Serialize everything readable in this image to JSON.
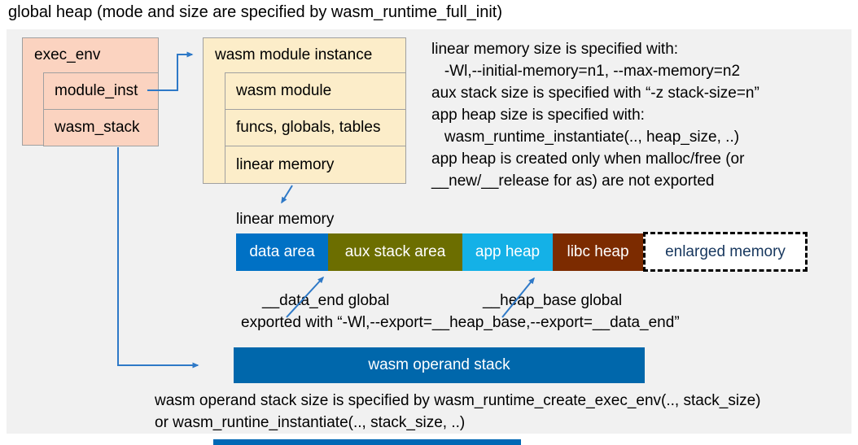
{
  "title": "global heap (mode and size are specified by wasm_runtime_full_init)",
  "exec_env": {
    "header": "exec_env",
    "fields": [
      "module_inst",
      "wasm_stack"
    ]
  },
  "module_instance": {
    "header": "wasm module instance",
    "fields": [
      "wasm module",
      "funcs, globals, tables",
      "linear memory"
    ]
  },
  "notes_right": {
    "lines": [
      "linear memory size is specified with:",
      "   -Wl,--initial-memory=n1, --max-memory=n2",
      "aux stack size is specified with “-z stack-size=n”",
      "app heap size is specified with:",
      "   wasm_runtime_instantiate(.., heap_size, ..)",
      "app heap is created only when malloc/free (or",
      "__new/__release for as) are not exported"
    ]
  },
  "linear_memory": {
    "label": "linear memory",
    "segments": [
      {
        "label": "data area",
        "color": "#0071c5"
      },
      {
        "label": "aux stack area",
        "color": "#6c6e00"
      },
      {
        "label": "app heap",
        "color": "#14b1e7"
      },
      {
        "label": "libc heap",
        "color": "#7c2b00"
      },
      {
        "label": "enlarged memory",
        "color": "#ffffff",
        "border": "dashed-black",
        "text_color": "#17375e"
      }
    ]
  },
  "annotations": {
    "data_end": "__data_end global",
    "heap_base": "__heap_base global",
    "exported": "exported with “-Wl,--export=__heap_base,--export=__data_end”"
  },
  "operand_stack": {
    "label": "wasm operand stack",
    "notes": [
      "wasm operand stack size is specified by wasm_runtime_create_exec_env(.., stack_size)",
      "or wasm_runtine_instantiate(.., stack_size, ..)"
    ]
  },
  "colors": {
    "panel_background": "#f1f1f1",
    "exec_env_fill": "#fbd3c0",
    "module_instance_fill": "#fcedc9",
    "box_border": "#a0a0a0",
    "operand_stack_fill": "#0067ab",
    "arrow_blue": "#2e79c7",
    "footer_accent": "#0068b5"
  }
}
